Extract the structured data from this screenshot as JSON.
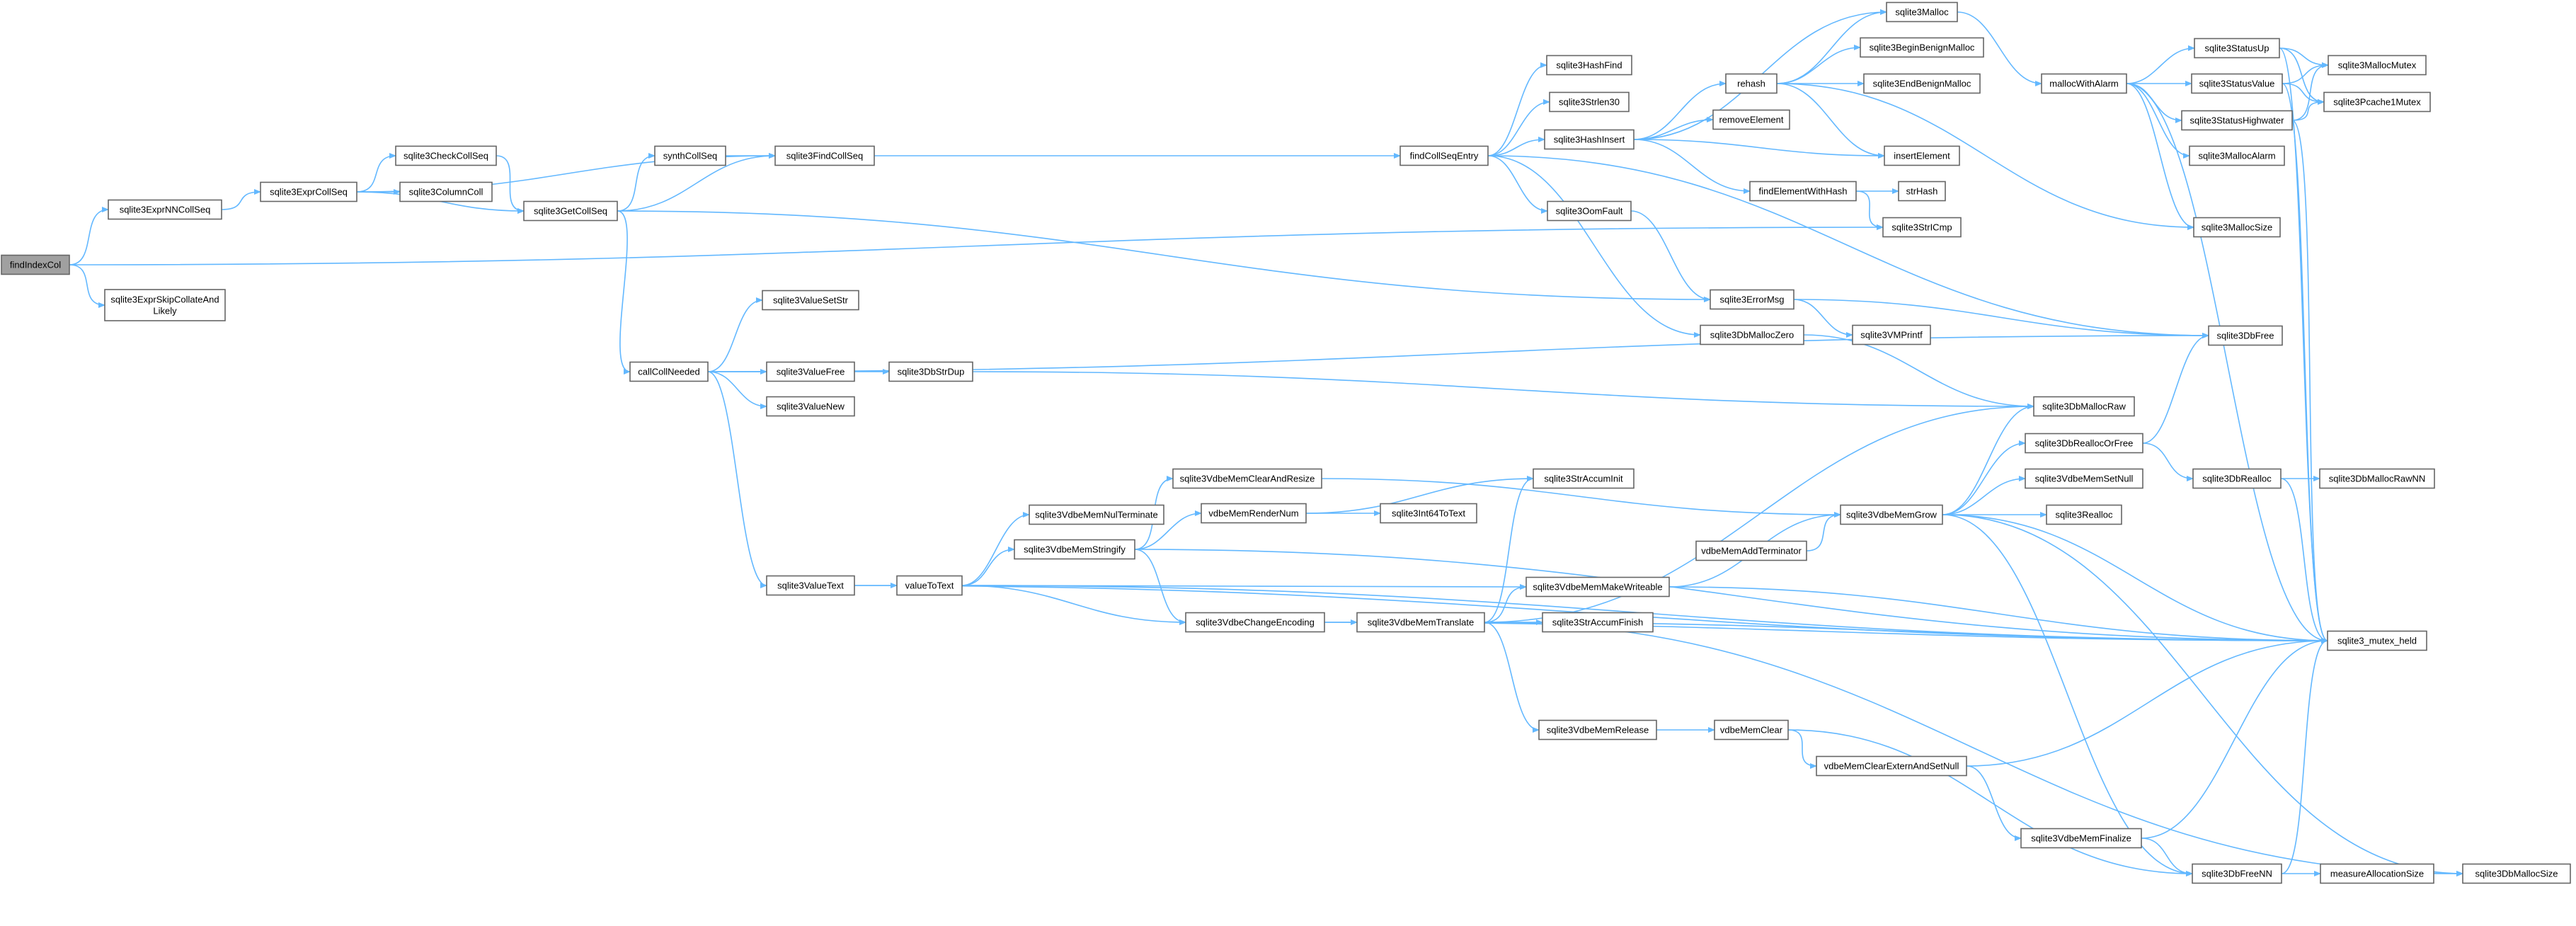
{
  "graph": {
    "colors": {
      "node_fill": "#ffffff",
      "node_border": "#666666",
      "root_fill": "#a0a0a0",
      "edge": "#63b8ff",
      "background": "#ffffff"
    },
    "nodes": [
      {
        "id": "findIndexCol",
        "label": "findIndexCol",
        "root": true
      },
      {
        "id": "sqlite3ExprNNCollSeq",
        "label": "sqlite3ExprNNCollSeq"
      },
      {
        "id": "sqlite3ExprSkipCollateAndLikely",
        "label": "sqlite3ExprSkipCollateAnd\nLikely"
      },
      {
        "id": "sqlite3ExprCollSeq",
        "label": "sqlite3ExprCollSeq"
      },
      {
        "id": "sqlite3CheckCollSeq",
        "label": "sqlite3CheckCollSeq"
      },
      {
        "id": "sqlite3ColumnColl",
        "label": "sqlite3ColumnColl"
      },
      {
        "id": "sqlite3GetCollSeq",
        "label": "sqlite3GetCollSeq"
      },
      {
        "id": "synthCollSeq",
        "label": "synthCollSeq"
      },
      {
        "id": "sqlite3FindCollSeq",
        "label": "sqlite3FindCollSeq"
      },
      {
        "id": "callCollNeeded",
        "label": "callCollNeeded"
      },
      {
        "id": "sqlite3ValueSetStr",
        "label": "sqlite3ValueSetStr"
      },
      {
        "id": "sqlite3ValueFree",
        "label": "sqlite3ValueFree"
      },
      {
        "id": "sqlite3ValueNew",
        "label": "sqlite3ValueNew"
      },
      {
        "id": "sqlite3DbStrDup",
        "label": "sqlite3DbStrDup"
      },
      {
        "id": "sqlite3ValueText",
        "label": "sqlite3ValueText"
      },
      {
        "id": "valueToText",
        "label": "valueToText"
      },
      {
        "id": "sqlite3VdbeMemNulTerminate",
        "label": "sqlite3VdbeMemNulTerminate"
      },
      {
        "id": "sqlite3VdbeMemStringify",
        "label": "sqlite3VdbeMemStringify"
      },
      {
        "id": "sqlite3VdbeMemClearAndResize",
        "label": "sqlite3VdbeMemClearAndResize"
      },
      {
        "id": "vdbeMemRenderNum",
        "label": "vdbeMemRenderNum"
      },
      {
        "id": "sqlite3Int64ToText",
        "label": "sqlite3Int64ToText"
      },
      {
        "id": "sqlite3VdbeChangeEncoding",
        "label": "sqlite3VdbeChangeEncoding"
      },
      {
        "id": "sqlite3VdbeMemTranslate",
        "label": "sqlite3VdbeMemTranslate"
      },
      {
        "id": "sqlite3StrAccumInit",
        "label": "sqlite3StrAccumInit"
      },
      {
        "id": "sqlite3VdbeMemMakeWriteable",
        "label": "sqlite3VdbeMemMakeWriteable"
      },
      {
        "id": "sqlite3StrAccumFinish",
        "label": "sqlite3StrAccumFinish"
      },
      {
        "id": "sqlite3VdbeMemRelease",
        "label": "sqlite3VdbeMemRelease"
      },
      {
        "id": "vdbeMemClear",
        "label": "vdbeMemClear"
      },
      {
        "id": "vdbeMemClearExternAndSetNull",
        "label": "vdbeMemClearExternAndSetNull"
      },
      {
        "id": "sqlite3VdbeMemFinalize",
        "label": "sqlite3VdbeMemFinalize"
      },
      {
        "id": "vdbeMemAddTerminator",
        "label": "vdbeMemAddTerminator"
      },
      {
        "id": "sqlite3VdbeMemGrow",
        "label": "sqlite3VdbeMemGrow"
      },
      {
        "id": "findCollSeqEntry",
        "label": "findCollSeqEntry"
      },
      {
        "id": "sqlite3HashFind",
        "label": "sqlite3HashFind"
      },
      {
        "id": "sqlite3Strlen30",
        "label": "sqlite3Strlen30"
      },
      {
        "id": "sqlite3HashInsert",
        "label": "sqlite3HashInsert"
      },
      {
        "id": "sqlite3OomFault",
        "label": "sqlite3OomFault"
      },
      {
        "id": "sqlite3ErrorMsg",
        "label": "sqlite3ErrorMsg"
      },
      {
        "id": "sqlite3DbMallocZero",
        "label": "sqlite3DbMallocZero"
      },
      {
        "id": "sqlite3VMPrintf",
        "label": "sqlite3VMPrintf"
      },
      {
        "id": "rehash",
        "label": "rehash"
      },
      {
        "id": "removeElement",
        "label": "removeElement"
      },
      {
        "id": "insertElement",
        "label": "insertElement"
      },
      {
        "id": "findElementWithHash",
        "label": "findElementWithHash"
      },
      {
        "id": "strHash",
        "label": "strHash"
      },
      {
        "id": "sqlite3StrICmp",
        "label": "sqlite3StrICmp"
      },
      {
        "id": "sqlite3Malloc",
        "label": "sqlite3Malloc"
      },
      {
        "id": "sqlite3BeginBenignMalloc",
        "label": "sqlite3BeginBenignMalloc"
      },
      {
        "id": "sqlite3EndBenignMalloc",
        "label": "sqlite3EndBenignMalloc"
      },
      {
        "id": "mallocWithAlarm",
        "label": "mallocWithAlarm"
      },
      {
        "id": "sqlite3StatusUp",
        "label": "sqlite3StatusUp"
      },
      {
        "id": "sqlite3StatusValue",
        "label": "sqlite3StatusValue"
      },
      {
        "id": "sqlite3StatusHighwater",
        "label": "sqlite3StatusHighwater"
      },
      {
        "id": "sqlite3MallocAlarm",
        "label": "sqlite3MallocAlarm"
      },
      {
        "id": "sqlite3MallocSize",
        "label": "sqlite3MallocSize"
      },
      {
        "id": "sqlite3MallocMutex",
        "label": "sqlite3MallocMutex"
      },
      {
        "id": "sqlite3Pcache1Mutex",
        "label": "sqlite3Pcache1Mutex"
      },
      {
        "id": "sqlite3DbFree",
        "label": "sqlite3DbFree"
      },
      {
        "id": "sqlite3DbMallocRaw",
        "label": "sqlite3DbMallocRaw"
      },
      {
        "id": "sqlite3DbReallocOrFree",
        "label": "sqlite3DbReallocOrFree"
      },
      {
        "id": "sqlite3DbRealloc",
        "label": "sqlite3DbRealloc"
      },
      {
        "id": "sqlite3DbMallocRawNN",
        "label": "sqlite3DbMallocRawNN"
      },
      {
        "id": "sqlite3VdbeMemSetNull",
        "label": "sqlite3VdbeMemSetNull"
      },
      {
        "id": "sqlite3Realloc",
        "label": "sqlite3Realloc"
      },
      {
        "id": "sqlite3_mutex_held",
        "label": "sqlite3_mutex_held"
      },
      {
        "id": "sqlite3DbFreeNN",
        "label": "sqlite3DbFreeNN"
      },
      {
        "id": "measureAllocationSize",
        "label": "measureAllocationSize"
      },
      {
        "id": "sqlite3DbMallocSize",
        "label": "sqlite3DbMallocSize"
      }
    ],
    "edges": [
      [
        "findIndexCol",
        "sqlite3ExprNNCollSeq"
      ],
      [
        "findIndexCol",
        "sqlite3ExprSkipCollateAndLikely"
      ],
      [
        "findIndexCol",
        "sqlite3StrICmp"
      ],
      [
        "sqlite3ExprNNCollSeq",
        "sqlite3ExprCollSeq"
      ],
      [
        "sqlite3ExprCollSeq",
        "sqlite3CheckCollSeq"
      ],
      [
        "sqlite3ExprCollSeq",
        "sqlite3ColumnColl"
      ],
      [
        "sqlite3ExprCollSeq",
        "sqlite3GetCollSeq"
      ],
      [
        "sqlite3ExprCollSeq",
        "sqlite3FindCollSeq"
      ],
      [
        "sqlite3CheckCollSeq",
        "sqlite3GetCollSeq"
      ],
      [
        "sqlite3GetCollSeq",
        "synthCollSeq"
      ],
      [
        "sqlite3GetCollSeq",
        "sqlite3FindCollSeq"
      ],
      [
        "sqlite3GetCollSeq",
        "callCollNeeded"
      ],
      [
        "sqlite3GetCollSeq",
        "sqlite3ErrorMsg"
      ],
      [
        "synthCollSeq",
        "sqlite3FindCollSeq"
      ],
      [
        "sqlite3FindCollSeq",
        "findCollSeqEntry"
      ],
      [
        "callCollNeeded",
        "sqlite3ValueSetStr"
      ],
      [
        "callCollNeeded",
        "sqlite3ValueFree"
      ],
      [
        "callCollNeeded",
        "sqlite3ValueNew"
      ],
      [
        "callCollNeeded",
        "sqlite3DbStrDup"
      ],
      [
        "callCollNeeded",
        "sqlite3ValueText"
      ],
      [
        "callCollNeeded",
        "sqlite3DbFree"
      ],
      [
        "sqlite3DbStrDup",
        "sqlite3DbMallocRaw"
      ],
      [
        "sqlite3ValueText",
        "valueToText"
      ],
      [
        "sqlite3ValueText",
        "sqlite3_mutex_held"
      ],
      [
        "valueToText",
        "sqlite3VdbeMemNulTerminate"
      ],
      [
        "valueToText",
        "sqlite3VdbeMemStringify"
      ],
      [
        "valueToText",
        "sqlite3VdbeChangeEncoding"
      ],
      [
        "valueToText",
        "sqlite3VdbeMemMakeWriteable"
      ],
      [
        "valueToText",
        "sqlite3_mutex_held"
      ],
      [
        "sqlite3VdbeMemStringify",
        "sqlite3VdbeMemClearAndResize"
      ],
      [
        "sqlite3VdbeMemStringify",
        "vdbeMemRenderNum"
      ],
      [
        "sqlite3VdbeMemStringify",
        "sqlite3VdbeChangeEncoding"
      ],
      [
        "sqlite3VdbeMemStringify",
        "sqlite3_mutex_held"
      ],
      [
        "sqlite3VdbeMemClearAndResize",
        "sqlite3VdbeMemGrow"
      ],
      [
        "vdbeMemRenderNum",
        "sqlite3Int64ToText"
      ],
      [
        "vdbeMemRenderNum",
        "sqlite3StrAccumInit"
      ],
      [
        "sqlite3VdbeChangeEncoding",
        "sqlite3VdbeMemTranslate"
      ],
      [
        "sqlite3VdbeChangeEncoding",
        "sqlite3_mutex_held"
      ],
      [
        "sqlite3VdbeMemTranslate",
        "sqlite3StrAccumInit"
      ],
      [
        "sqlite3VdbeMemTranslate",
        "sqlite3VdbeMemMakeWriteable"
      ],
      [
        "sqlite3VdbeMemTranslate",
        "sqlite3StrAccumFinish"
      ],
      [
        "sqlite3VdbeMemTranslate",
        "sqlite3VdbeMemRelease"
      ],
      [
        "sqlite3VdbeMemTranslate",
        "sqlite3DbMallocRaw"
      ],
      [
        "sqlite3VdbeMemTranslate",
        "sqlite3_mutex_held"
      ],
      [
        "sqlite3VdbeMemTranslate",
        "sqlite3DbMallocSize"
      ],
      [
        "sqlite3VdbeMemMakeWriteable",
        "sqlite3VdbeMemGrow"
      ],
      [
        "sqlite3VdbeMemMakeWriteable",
        "sqlite3_mutex_held"
      ],
      [
        "sqlite3VdbeMemRelease",
        "vdbeMemClear"
      ],
      [
        "vdbeMemClear",
        "vdbeMemClearExternAndSetNull"
      ],
      [
        "vdbeMemClear",
        "sqlite3DbFreeNN"
      ],
      [
        "vdbeMemClearExternAndSetNull",
        "sqlite3VdbeMemFinalize"
      ],
      [
        "vdbeMemClearExternAndSetNull",
        "sqlite3_mutex_held"
      ],
      [
        "sqlite3VdbeMemFinalize",
        "sqlite3DbFreeNN"
      ],
      [
        "sqlite3VdbeMemFinalize",
        "sqlite3_mutex_held"
      ],
      [
        "vdbeMemAddTerminator",
        "sqlite3VdbeMemGrow"
      ],
      [
        "sqlite3VdbeMemGrow",
        "sqlite3DbMallocRaw"
      ],
      [
        "sqlite3VdbeMemGrow",
        "sqlite3DbReallocOrFree"
      ],
      [
        "sqlite3VdbeMemGrow",
        "sqlite3VdbeMemSetNull"
      ],
      [
        "sqlite3VdbeMemGrow",
        "sqlite3Realloc"
      ],
      [
        "sqlite3VdbeMemGrow",
        "sqlite3DbFreeNN"
      ],
      [
        "sqlite3VdbeMemGrow",
        "sqlite3_mutex_held"
      ],
      [
        "sqlite3VdbeMemGrow",
        "sqlite3DbMallocSize"
      ],
      [
        "findCollSeqEntry",
        "sqlite3HashFind"
      ],
      [
        "findCollSeqEntry",
        "sqlite3Strlen30"
      ],
      [
        "findCollSeqEntry",
        "sqlite3HashInsert"
      ],
      [
        "findCollSeqEntry",
        "sqlite3OomFault"
      ],
      [
        "findCollSeqEntry",
        "sqlite3DbMallocZero"
      ],
      [
        "findCollSeqEntry",
        "sqlite3DbFree"
      ],
      [
        "sqlite3HashInsert",
        "rehash"
      ],
      [
        "sqlite3HashInsert",
        "removeElement"
      ],
      [
        "sqlite3HashInsert",
        "insertElement"
      ],
      [
        "sqlite3HashInsert",
        "findElementWithHash"
      ],
      [
        "sqlite3HashInsert",
        "sqlite3Malloc"
      ],
      [
        "rehash",
        "sqlite3Malloc"
      ],
      [
        "rehash",
        "sqlite3BeginBenignMalloc"
      ],
      [
        "rehash",
        "sqlite3EndBenignMalloc"
      ],
      [
        "rehash",
        "insertElement"
      ],
      [
        "rehash",
        "sqlite3MallocSize"
      ],
      [
        "findElementWithHash",
        "strHash"
      ],
      [
        "findElementWithHash",
        "sqlite3StrICmp"
      ],
      [
        "sqlite3OomFault",
        "sqlite3ErrorMsg"
      ],
      [
        "sqlite3ErrorMsg",
        "sqlite3VMPrintf"
      ],
      [
        "sqlite3ErrorMsg",
        "sqlite3DbFree"
      ],
      [
        "sqlite3DbMallocZero",
        "sqlite3DbMallocRaw"
      ],
      [
        "sqlite3Malloc",
        "mallocWithAlarm"
      ],
      [
        "mallocWithAlarm",
        "sqlite3StatusUp"
      ],
      [
        "mallocWithAlarm",
        "sqlite3StatusValue"
      ],
      [
        "mallocWithAlarm",
        "sqlite3StatusHighwater"
      ],
      [
        "mallocWithAlarm",
        "sqlite3MallocAlarm"
      ],
      [
        "mallocWithAlarm",
        "sqlite3MallocSize"
      ],
      [
        "mallocWithAlarm",
        "sqlite3_mutex_held"
      ],
      [
        "sqlite3StatusUp",
        "sqlite3MallocMutex"
      ],
      [
        "sqlite3StatusUp",
        "sqlite3Pcache1Mutex"
      ],
      [
        "sqlite3StatusUp",
        "sqlite3_mutex_held"
      ],
      [
        "sqlite3StatusValue",
        "sqlite3MallocMutex"
      ],
      [
        "sqlite3StatusValue",
        "sqlite3Pcache1Mutex"
      ],
      [
        "sqlite3StatusValue",
        "sqlite3_mutex_held"
      ],
      [
        "sqlite3StatusHighwater",
        "sqlite3MallocMutex"
      ],
      [
        "sqlite3StatusHighwater",
        "sqlite3Pcache1Mutex"
      ],
      [
        "sqlite3StatusHighwater",
        "sqlite3_mutex_held"
      ],
      [
        "sqlite3DbReallocOrFree",
        "sqlite3DbRealloc"
      ],
      [
        "sqlite3DbReallocOrFree",
        "sqlite3DbFree"
      ],
      [
        "sqlite3DbRealloc",
        "sqlite3DbMallocRawNN"
      ],
      [
        "sqlite3DbRealloc",
        "sqlite3_mutex_held"
      ],
      [
        "sqlite3DbFreeNN",
        "measureAllocationSize"
      ],
      [
        "sqlite3DbFreeNN",
        "sqlite3_mutex_held"
      ],
      [
        "measureAllocationSize",
        "sqlite3DbMallocSize"
      ]
    ]
  }
}
